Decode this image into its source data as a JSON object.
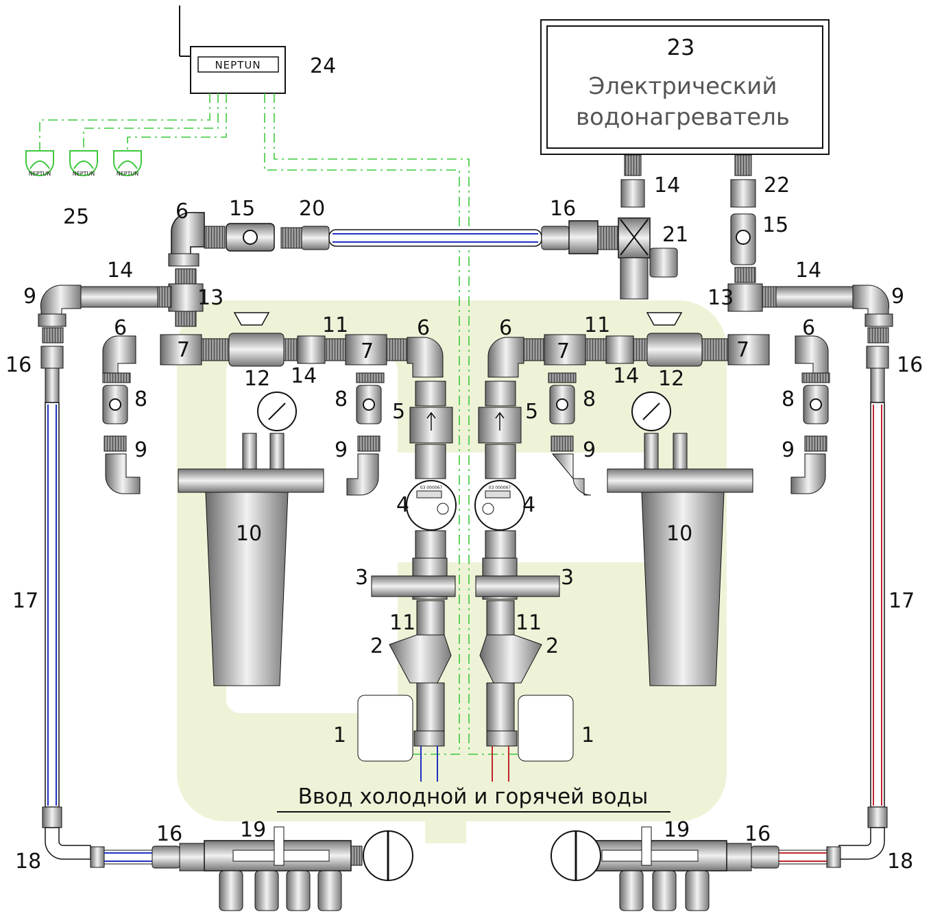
{
  "heater": {
    "number": "23",
    "line1": "Электрический",
    "line2": "водонагреватель"
  },
  "controller": {
    "brand": "NEPTUN",
    "number": "24"
  },
  "sensors": {
    "number": "25",
    "label": "NEPTUN"
  },
  "meter": {
    "serial": "03 000067"
  },
  "caption": "Ввод холодной и горячей воды",
  "labels": {
    "n1": "1",
    "n2": "2",
    "n3": "3",
    "n4": "4",
    "n5": "5",
    "n6": "6",
    "n7": "7",
    "n8": "8",
    "n9": "9",
    "n10": "10",
    "n11": "11",
    "n12": "12",
    "n13": "13",
    "n14": "14",
    "n15": "15",
    "n16": "16",
    "n17": "17",
    "n18": "18",
    "n19": "19",
    "n20": "20",
    "n21": "21",
    "n22": "22"
  },
  "colors": {
    "cold": "#1f2fbf",
    "hot": "#c0262b",
    "signal": "#3cc83c",
    "watermark": "#eef3d8",
    "outline": "#111111"
  }
}
